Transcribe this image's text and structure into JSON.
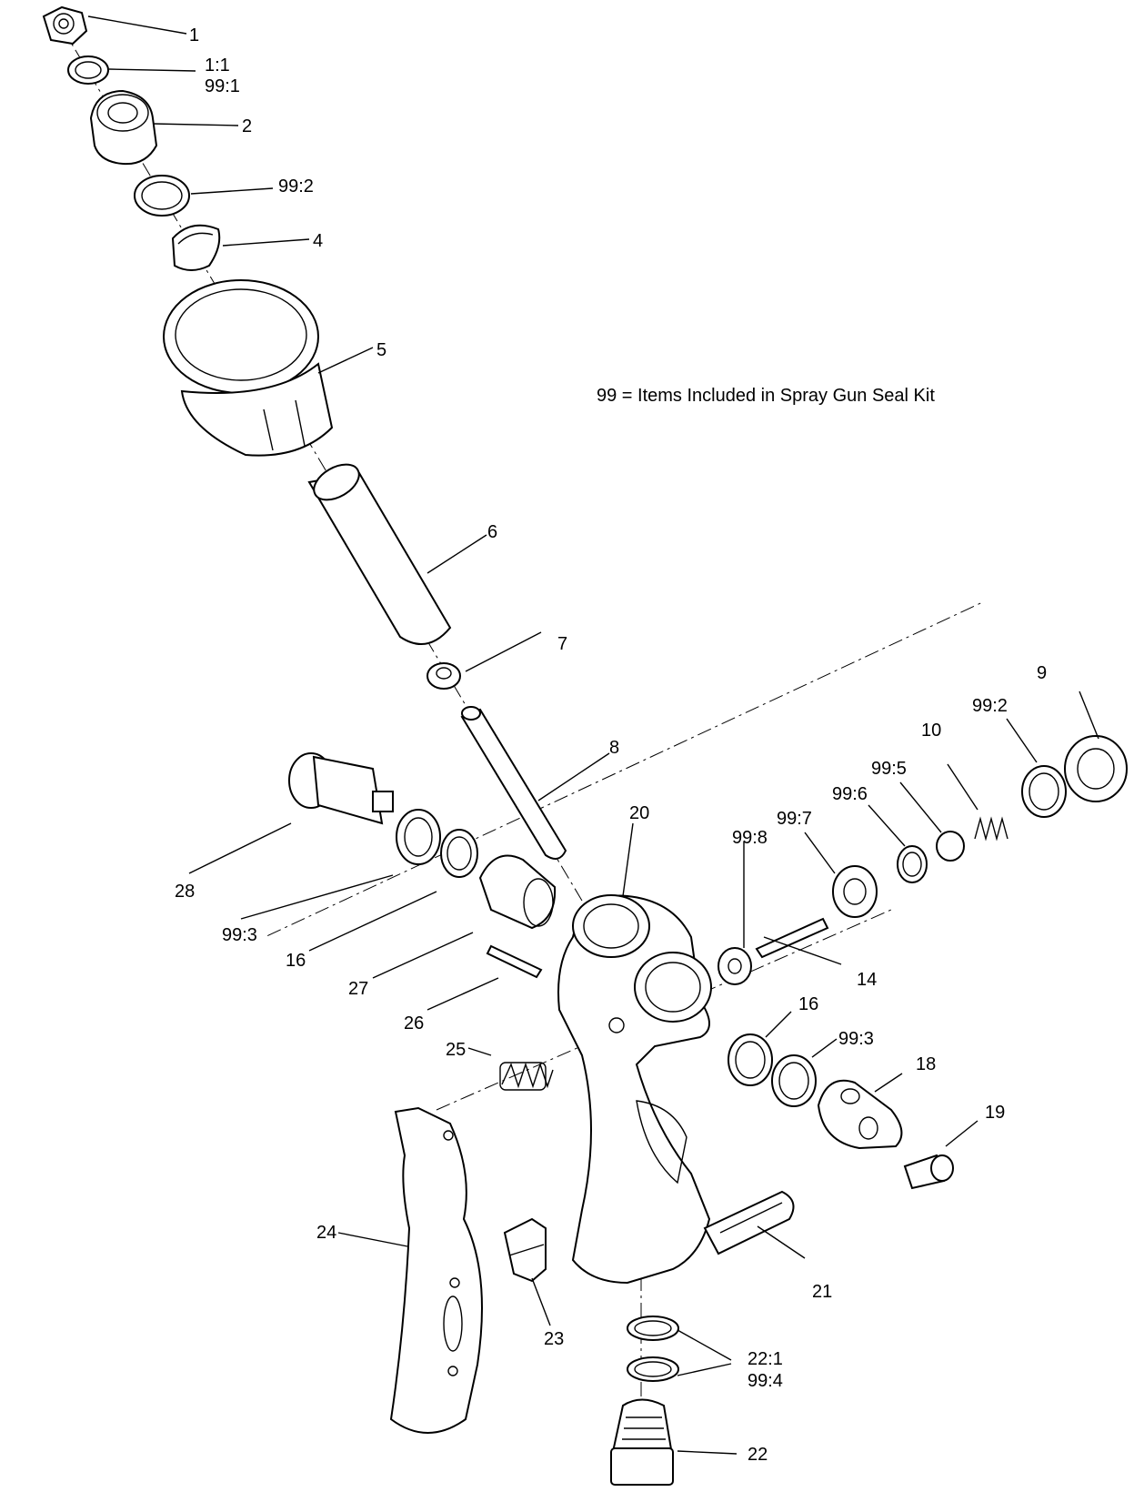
{
  "note": "99 = Items Included in Spray Gun Seal Kit",
  "callouts": {
    "c1": "1",
    "c1_1": "1:1",
    "c99_1": "99:1",
    "c2": "2",
    "c99_2a": "99:2",
    "c4": "4",
    "c5": "5",
    "c6": "6",
    "c7": "7",
    "c8": "8",
    "c9": "9",
    "c99_2b": "99:2",
    "c10": "10",
    "c99_5": "99:5",
    "c99_6": "99:6",
    "c99_7": "99:7",
    "c99_8": "99:8",
    "c20": "20",
    "c28": "28",
    "c99_3a": "99:3",
    "c16a": "16",
    "c27": "27",
    "c26": "26",
    "c14": "14",
    "c16b": "16",
    "c99_3b": "99:3",
    "c18": "18",
    "c25": "25",
    "c19": "19",
    "c24": "24",
    "c21": "21",
    "c23": "23",
    "c22_1": "22:1",
    "c99_4": "99:4",
    "c22": "22"
  }
}
